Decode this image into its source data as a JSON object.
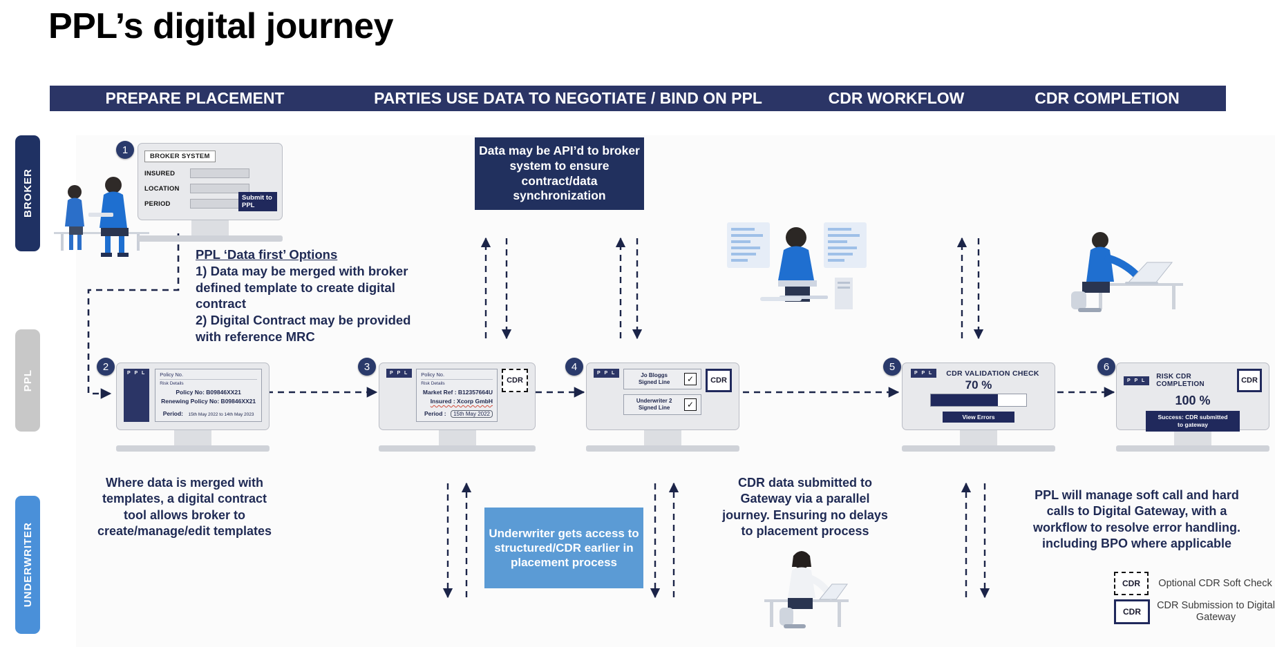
{
  "title": "PPL’s digital journey",
  "stages": [
    {
      "label": "PREPARE PLACEMENT"
    },
    {
      "label": "PARTIES USE DATA TO NEGOTIATE / BIND ON PPL"
    },
    {
      "label": "CDR WORKFLOW"
    },
    {
      "label": "CDR COMPLETION"
    }
  ],
  "lanes": [
    {
      "id": "broker",
      "label": "BROKER",
      "color": "#1f3163"
    },
    {
      "id": "ppl",
      "label": "PPL",
      "color": "#c8c8c8"
    },
    {
      "id": "underwriter",
      "label": "UNDERWRITER",
      "color": "#4a90d9"
    }
  ],
  "steps": {
    "one": {
      "number": "1",
      "window_title": "BROKER SYSTEM",
      "fields": [
        "INSURED",
        "LOCATION",
        "PERIOD"
      ],
      "submit_label": "Submit to PPL"
    },
    "two": {
      "number": "2",
      "logo": "P P L",
      "header_1": "Policy No.",
      "header_2": "Risk Details",
      "lines": [
        "Policy No: B09846XX21",
        "Renewing Policy No: B09846XX21"
      ],
      "period_label": "Period:",
      "period_value": "15th May 2022 to 14th May 2023"
    },
    "three": {
      "number": "3",
      "logo": "P P L",
      "header_1": "Policy No.",
      "header_2": "Risk Details",
      "lines": [
        "Market Ref : B12357664U",
        "Insured : Xcorp GmbH"
      ],
      "period_label": "Period :",
      "period_value": "15th May 2022",
      "cdr_tag": "CDR"
    },
    "four": {
      "number": "4",
      "logo": "P P L",
      "rows": [
        {
          "line1": "Jo Bloggs",
          "line2": "Signed Line",
          "checked": true
        },
        {
          "line1": "Underwriter 2",
          "line2": "Signed Line",
          "checked": true
        }
      ],
      "cdr_tag": "CDR"
    },
    "five": {
      "number": "5",
      "logo": "P P L",
      "heading": "CDR VALIDATION CHECK",
      "percent_label": "70 %",
      "progress_value": 70,
      "button_label": "View Errors"
    },
    "six": {
      "number": "6",
      "logo": "P P L",
      "heading": "RISK CDR COMPLETION",
      "percent_label": "100 %",
      "cdr_tag": "CDR",
      "status_line1": "Success: CDR submitted",
      "status_line2": "to gateway"
    }
  },
  "callouts": {
    "api": "Data may be API’d to broker system to ensure contract/data synchronization",
    "underwriter_access": "Underwriter gets access to structured/CDR earlier in placement process"
  },
  "notes": {
    "data_first_title": "PPL ‘Data first’ Options",
    "data_first_body": "1) Data may be merged with broker defined template to create digital contract\n2) Digital Contract may be provided with reference MRC",
    "merge_templates": "Where data is merged with templates, a digital contract tool allows broker to create/manage/edit templates",
    "cdr_parallel": "CDR data submitted to Gateway via a parallel journey. Ensuring no delays to placement process",
    "soft_hard_calls": "PPL will manage soft call and hard calls to Digital Gateway, with a workflow to resolve error handling. including BPO where applicable"
  },
  "legend": [
    {
      "tag": "CDR",
      "style": "dashed",
      "text": "Optional CDR Soft Check"
    },
    {
      "tag": "CDR",
      "style": "solid",
      "text": "CDR Submission to Digital Gateway"
    }
  ],
  "colors": {
    "navy": "#2b3566",
    "deep_navy": "#21305e",
    "light_blue": "#5b9bd5",
    "lane_grey": "#c8c8c8",
    "text_navy": "#1f2a54"
  }
}
